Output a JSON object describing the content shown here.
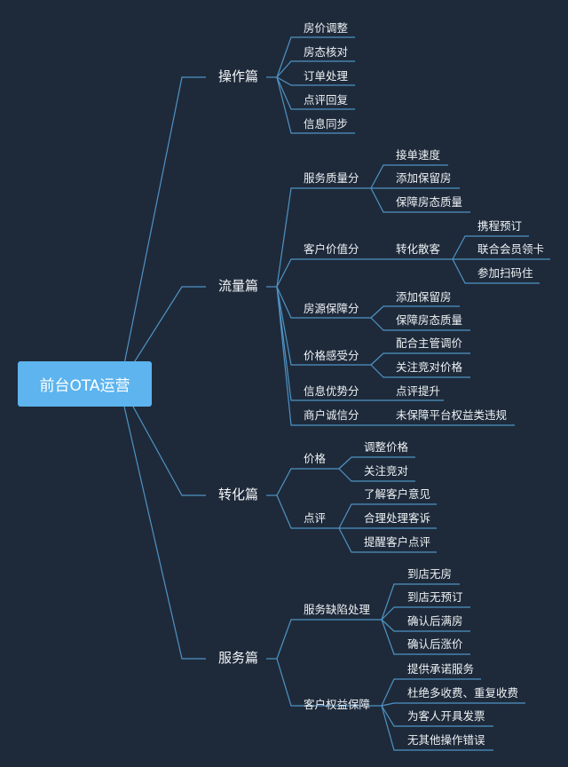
{
  "root": {
    "label": "前台OTA运营",
    "color": "#5db4ee"
  },
  "line_color": "#4a90c0",
  "branches": [
    {
      "label": "操作篇",
      "children": [
        {
          "label": "房价调整"
        },
        {
          "label": "房态核对"
        },
        {
          "label": "订单处理"
        },
        {
          "label": "点评回复"
        },
        {
          "label": "信息同步"
        }
      ]
    },
    {
      "label": "流量篇",
      "children": [
        {
          "label": "服务质量分",
          "children": [
            {
              "label": "接单速度"
            },
            {
              "label": "添加保留房"
            },
            {
              "label": "保障房态质量"
            }
          ]
        },
        {
          "label": "客户价值分",
          "children": [
            {
              "label": "转化散客",
              "children": [
                {
                  "label": "携程预订"
                },
                {
                  "label": "联合会员领卡"
                },
                {
                  "label": "参加扫码住"
                }
              ]
            }
          ]
        },
        {
          "label": "房源保障分",
          "children": [
            {
              "label": "添加保留房"
            },
            {
              "label": "保障房态质量"
            }
          ]
        },
        {
          "label": "价格感受分",
          "children": [
            {
              "label": "配合主管调价"
            },
            {
              "label": "关注竞对价格"
            }
          ]
        },
        {
          "label": "信息优势分",
          "children": [
            {
              "label": "点评提升"
            }
          ]
        },
        {
          "label": "商户诚信分",
          "children": [
            {
              "label": "未保障平台权益类违规"
            }
          ]
        }
      ]
    },
    {
      "label": "转化篇",
      "children": [
        {
          "label": "价格",
          "children": [
            {
              "label": "调整价格"
            },
            {
              "label": "关注竞对"
            }
          ]
        },
        {
          "label": "点评",
          "children": [
            {
              "label": "了解客户意见"
            },
            {
              "label": "合理处理客诉"
            },
            {
              "label": "提醒客户点评"
            }
          ]
        }
      ]
    },
    {
      "label": "服务篇",
      "children": [
        {
          "label": "服务缺陷处理",
          "children": [
            {
              "label": "到店无房"
            },
            {
              "label": "到店无预订"
            },
            {
              "label": "确认后满房"
            },
            {
              "label": "确认后涨价"
            }
          ]
        },
        {
          "label": "客户权益保障",
          "children": [
            {
              "label": "提供承诺服务"
            },
            {
              "label": "杜绝多收费、重复收费"
            },
            {
              "label": "为客人开具发票"
            },
            {
              "label": "无其他操作错误"
            }
          ]
        }
      ]
    }
  ]
}
